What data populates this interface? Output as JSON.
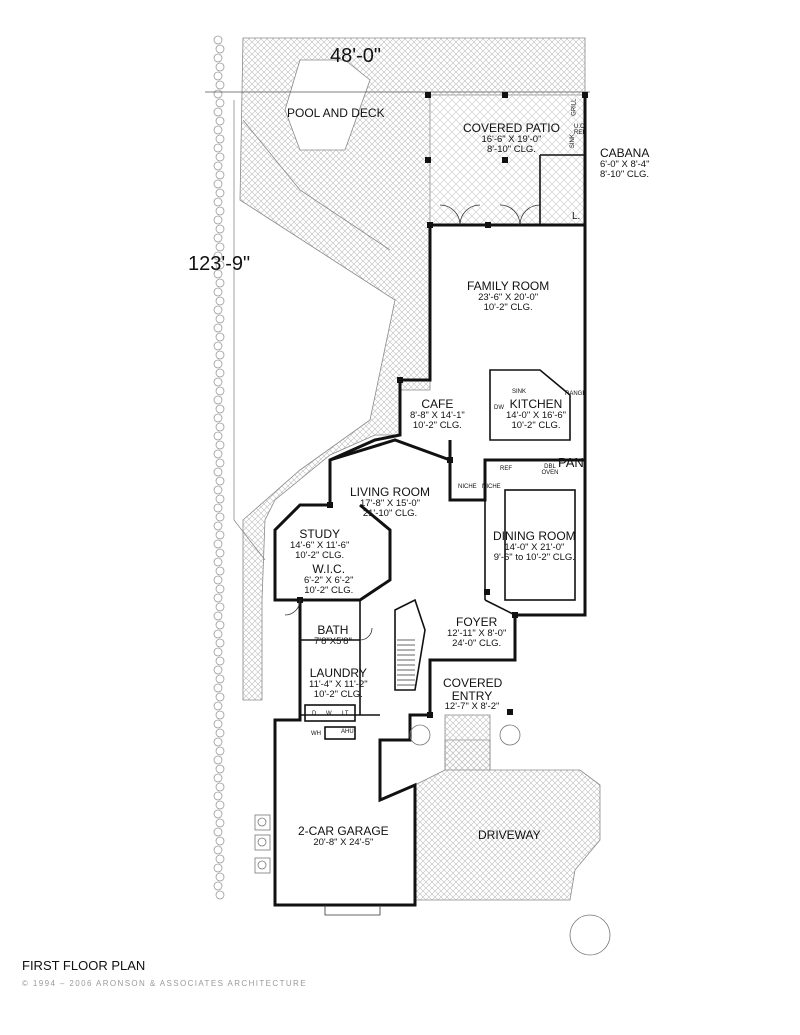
{
  "dimensions": {
    "width": "48'-0\"",
    "depth": "123'-9\""
  },
  "rooms": {
    "pool": {
      "name": "POOL AND DECK"
    },
    "patio": {
      "name": "COVERED PATIO",
      "size": "16'-6\" X 19'-0\"",
      "clg": "8'-10\" CLG."
    },
    "cabana": {
      "name": "CABANA",
      "size": "6'-0\" X 8'-4\"",
      "clg": "8'-10\" CLG."
    },
    "family": {
      "name": "FAMILY ROOM",
      "size": "23'-6\" X 20'-0\"",
      "clg": "10'-2\" CLG."
    },
    "cafe": {
      "name": "CAFE",
      "size": "8'-8\" X 14'-1\"",
      "clg": "10'-2\" CLG."
    },
    "kitchen": {
      "name": "KITCHEN",
      "size": "14'-0\" X 16'-6\"",
      "clg": "10'-2\" CLG."
    },
    "living": {
      "name": "LIVING ROOM",
      "size": "17'-8\" X 15'-0\"",
      "clg": "21'-10\" CLG."
    },
    "dining": {
      "name": "DINING ROOM",
      "size": "14'-0\" X 21'-0\"",
      "clg": "9'-6\" to 10'-2\" CLG."
    },
    "study": {
      "name": "STUDY",
      "size": "14'-6\" X 11'-6\"",
      "clg": "10'-2\" CLG."
    },
    "wic": {
      "name": "W.I.C.",
      "size": "6'-2\" X 6'-2\"",
      "clg": "10'-2\" CLG."
    },
    "bath": {
      "name": "BATH",
      "size": "7'8\"X5'8\""
    },
    "foyer": {
      "name": "FOYER",
      "size": "12'-11\" X 8'-0\"",
      "clg": "24'-0\" CLG."
    },
    "laundry": {
      "name": "LAUNDRY",
      "size": "11'-4\" X 11'-2\"",
      "clg": "10'-2\" CLG."
    },
    "entry": {
      "name": "COVERED ENTRY",
      "size": "12'-7\" X 8'-2\""
    },
    "garage": {
      "name": "2-CAR GARAGE",
      "size": "20'-8\" X 24'-5\""
    },
    "driveway": {
      "name": "DRIVEWAY"
    }
  },
  "fixtures": {
    "pan": "PAN",
    "l": "L.",
    "sink": "SINK",
    "dw": "DW",
    "range": "RANGE",
    "ref": "REF",
    "dbl_oven": "DBL OVEN",
    "niche": "NICHE",
    "d": "D",
    "w": "W",
    "lt": "LT",
    "wh": "WH",
    "ahu": "AHU",
    "grill": "GRILL",
    "uc_ref": "U.C. REF"
  },
  "title": "FIRST FLOOR PLAN",
  "copyright": "© 1994 – 2006 ARONSON & ASSOCIATES ARCHITECTURE",
  "colors": {
    "wall": "#111111",
    "hatch": "#b9b9b9",
    "paper": "#ffffff"
  }
}
